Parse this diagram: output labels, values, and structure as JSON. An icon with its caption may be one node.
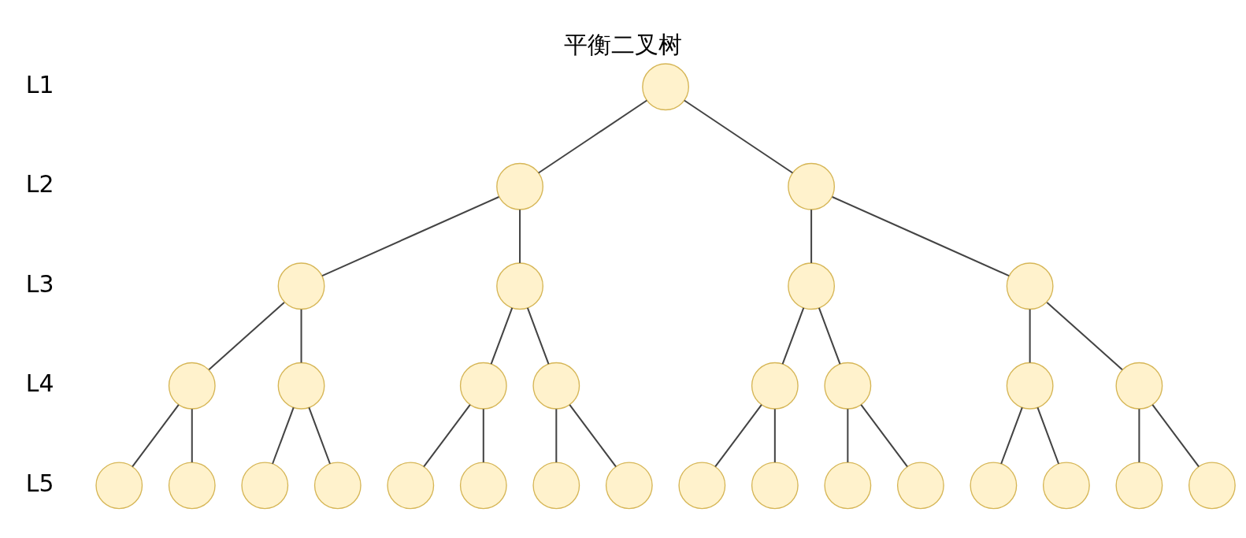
{
  "diagram": {
    "title": "平衡二叉树",
    "nodes": [
      {
        "text": [],
        "shape": "circle"
      },
      {
        "text": [],
        "shape": "circle"
      },
      {
        "text": [],
        "shape": "circle"
      },
      {
        "text": [],
        "shape": "circle"
      },
      {
        "text": [],
        "shape": "circle"
      },
      {
        "text": [],
        "shape": "circle"
      },
      {
        "text": [],
        "shape": "circle"
      },
      {
        "text": [],
        "shape": "circle"
      },
      {
        "text": [],
        "shape": "circle"
      },
      {
        "text": [],
        "shape": "circle"
      },
      {
        "text": [],
        "shape": "circle"
      },
      {
        "text": [],
        "shape": "circle"
      },
      {
        "text": [],
        "shape": "circle"
      },
      {
        "text": [],
        "shape": "circle"
      },
      {
        "text": [],
        "shape": "circle"
      },
      {
        "text": [],
        "shape": "circle"
      },
      {
        "text": [],
        "shape": "circle"
      },
      {
        "text": [],
        "shape": "circle"
      },
      {
        "text": [],
        "shape": "circle"
      },
      {
        "text": [],
        "shape": "circle"
      },
      {
        "text": [],
        "shape": "circle"
      },
      {
        "text": [],
        "shape": "circle"
      },
      {
        "text": [],
        "shape": "circle"
      },
      {
        "text": [],
        "shape": "circle"
      },
      {
        "text": [],
        "shape": "circle"
      },
      {
        "text": [],
        "shape": "circle"
      },
      {
        "text": [],
        "shape": "circle"
      },
      {
        "text": [],
        "shape": "circle"
      },
      {
        "text": [],
        "shape": "circle"
      },
      {
        "text": [],
        "shape": "circle"
      },
      {
        "text": [],
        "shape": "circle"
      }
    ],
    "edges": [
      {
        "from": 0,
        "to": 1,
        "arrow": "none"
      },
      {
        "from": 0,
        "to": 2,
        "arrow": "none"
      },
      {
        "from": 1,
        "to": 3,
        "arrow": "none"
      },
      {
        "from": 1,
        "to": 4,
        "arrow": "none"
      },
      {
        "from": 2,
        "to": 5,
        "arrow": "none"
      },
      {
        "from": 2,
        "to": 6,
        "arrow": "none"
      },
      {
        "from": 3,
        "to": 7,
        "arrow": "none"
      },
      {
        "from": 3,
        "to": 8,
        "arrow": "none"
      },
      {
        "from": 4,
        "to": 9,
        "arrow": "none"
      },
      {
        "from": 4,
        "to": 10,
        "arrow": "none"
      },
      {
        "from": 5,
        "to": 11,
        "arrow": "none"
      },
      {
        "from": 5,
        "to": 12,
        "arrow": "none"
      },
      {
        "from": 6,
        "to": 13,
        "arrow": "none"
      },
      {
        "from": 6,
        "to": 14,
        "arrow": "none"
      },
      {
        "from": 7,
        "to": 15,
        "arrow": "none"
      },
      {
        "from": 7,
        "to": 16,
        "arrow": "none"
      },
      {
        "from": 8,
        "to": 17,
        "arrow": "none"
      },
      {
        "from": 8,
        "to": 18,
        "arrow": "none"
      },
      {
        "from": 9,
        "to": 19,
        "arrow": "none"
      },
      {
        "from": 9,
        "to": 20,
        "arrow": "none"
      },
      {
        "from": 10,
        "to": 21,
        "arrow": "none"
      },
      {
        "from": 10,
        "to": 22,
        "arrow": "none"
      },
      {
        "from": 11,
        "to": 23,
        "arrow": "none"
      },
      {
        "from": 11,
        "to": 24,
        "arrow": "none"
      },
      {
        "from": 12,
        "to": 25,
        "arrow": "none"
      },
      {
        "from": 12,
        "to": 26,
        "arrow": "none"
      },
      {
        "from": 13,
        "to": 27,
        "arrow": "none"
      },
      {
        "from": 13,
        "to": 28,
        "arrow": "none"
      },
      {
        "from": 14,
        "to": 29,
        "arrow": "none"
      },
      {
        "from": 14,
        "to": 30,
        "arrow": "none"
      }
    ],
    "labels": [
      "L1",
      "L2",
      "L3",
      "L4",
      "L5"
    ]
  }
}
